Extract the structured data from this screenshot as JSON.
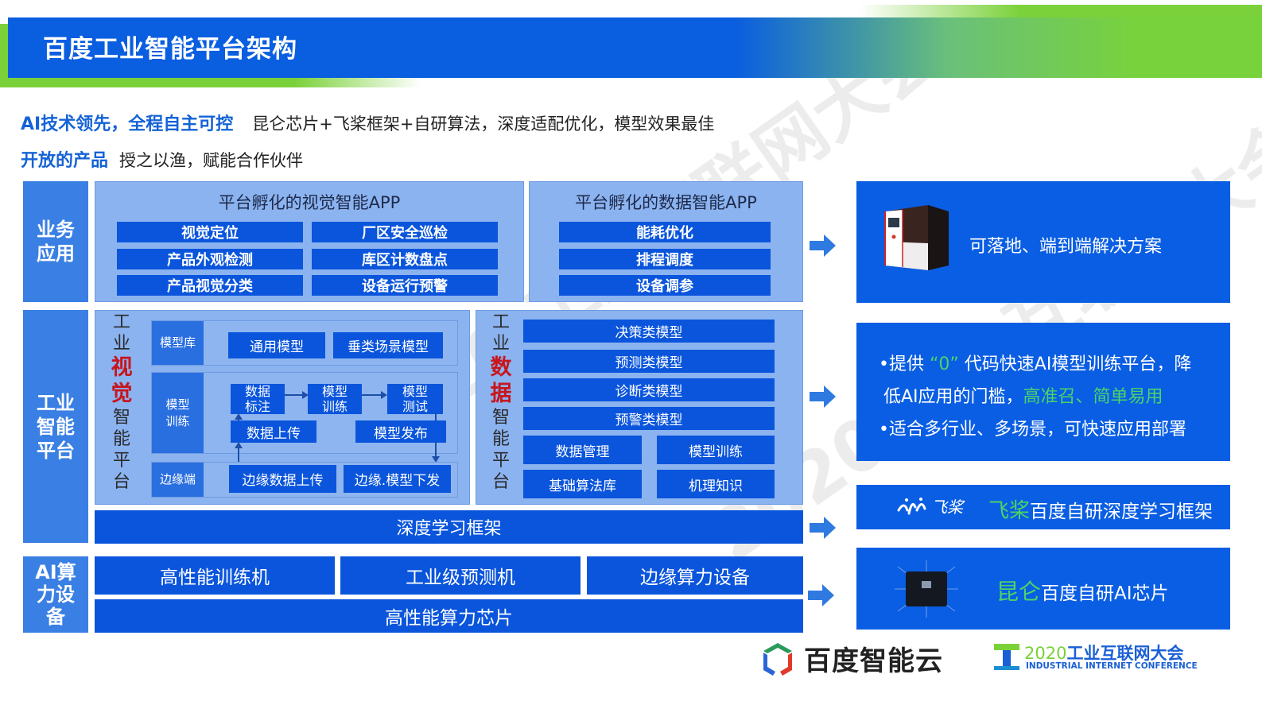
{
  "header": {
    "title": "百度工业智能平台架构"
  },
  "subtitles": [
    {
      "highlight": "AI技术领先，全程自主可控",
      "text": "昆仑芯片+飞桨框架+自研算法，深度适配优化，模型效果最佳"
    },
    {
      "highlight": "开放的产品",
      "text": "授之以渔，赋能合作伙伴"
    }
  ],
  "layers": {
    "business": {
      "label": "业务应用",
      "vision_apps": {
        "title": "平台孵化的视觉智能APP",
        "items": [
          "视觉定位",
          "厂区安全巡检",
          "产品外观检测",
          "库区计数盘点",
          "产品视觉分类",
          "设备运行预警"
        ]
      },
      "data_apps": {
        "title": "平台孵化的数据智能APP",
        "items": [
          "能耗优化",
          "排程调度",
          "设备调参"
        ]
      }
    },
    "platform": {
      "label": "工业智能平台",
      "vision_platform": {
        "label_top": "工业",
        "label_red": "视觉",
        "label_bottom": "智能平台",
        "model_lib": {
          "tag": "模型库",
          "items": [
            "通用模型",
            "垂类场景模型"
          ]
        },
        "training": {
          "tag": "模型训练",
          "flow": [
            "数据标注",
            "模型训练",
            "模型测试"
          ],
          "upload": "数据上传",
          "publish": "模型发布"
        },
        "edge": {
          "tag": "边缘端",
          "items": [
            "边缘数据上传",
            "边缘.模型下发"
          ]
        }
      },
      "data_platform": {
        "label_top": "工业",
        "label_red": "数据",
        "label_bottom": "智能平台",
        "models": [
          "决策类模型",
          "预测类模型",
          "诊断类模型",
          "预警类模型"
        ],
        "grid": [
          "数据管理",
          "模型训练",
          "基础算法库",
          "机理知识"
        ]
      },
      "framework": "深度学习框架"
    },
    "compute": {
      "label": "AI算力设备",
      "devices": [
        "高性能训练机",
        "工业级预测机",
        "边缘算力设备"
      ],
      "chip": "高性能算力芯片"
    }
  },
  "right_cards": {
    "solution": {
      "text": "可落地、端到端解决方案",
      "icon": "industrial-machine-icon"
    },
    "features": {
      "line1_pre": "•提供",
      "line1_green": "“0”",
      "line1_post": "代码快速AI模型训练平台，降",
      "line2_pre": "低AI应用的门槛，",
      "line2_green": "高准召、简单易用",
      "line3": "•适合多行业、多场景，可快速应用部署"
    },
    "paddle": {
      "logo": "飞桨",
      "green": "飞桨",
      "text": "百度自研深度学习框架",
      "icon": "paddle-logo-icon"
    },
    "kunlun": {
      "green": "昆仑",
      "text": "百度自研AI芯片",
      "icon": "chip-icon"
    }
  },
  "footer": {
    "baidu_cloud": "百度智能云",
    "conference_year": "2020",
    "conference_name": "工业互联网大会",
    "conference_en": "INDUSTRIAL INTERNET CONFERENCE"
  },
  "colors": {
    "primary_blue": "#0a5ee0",
    "accent_green": "#78d23c",
    "highlight_red": "#c8151c",
    "panel_light": "#8bb3f0"
  }
}
